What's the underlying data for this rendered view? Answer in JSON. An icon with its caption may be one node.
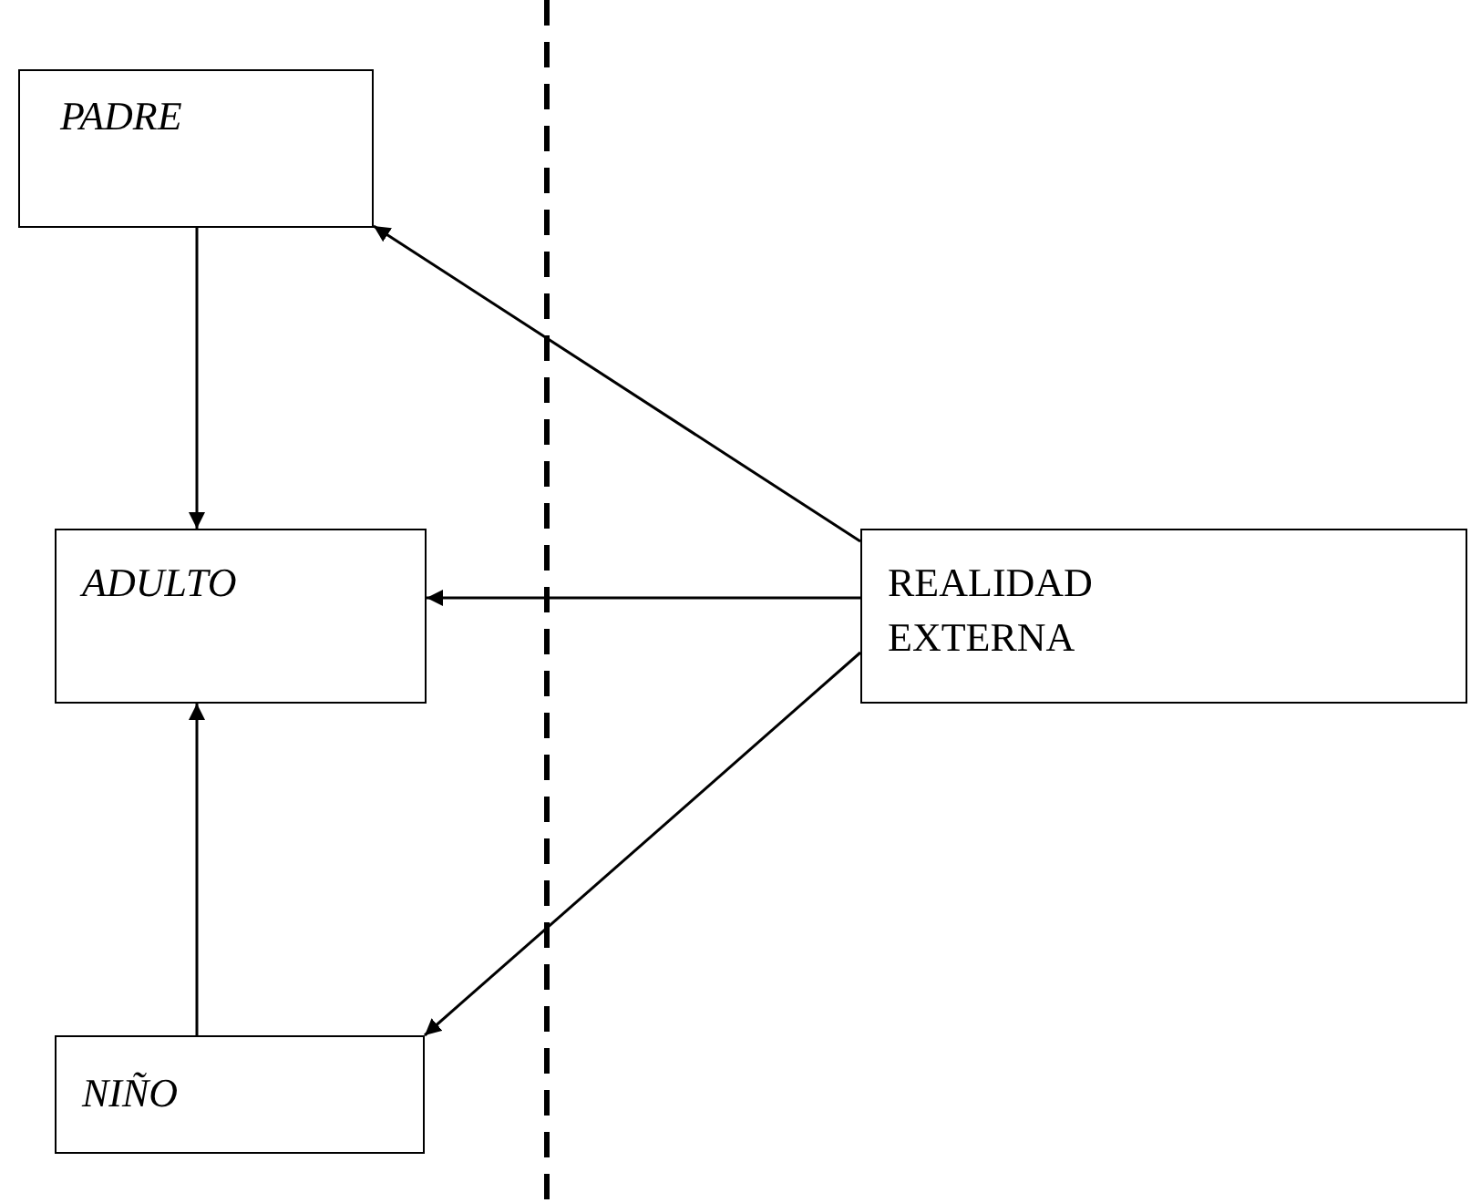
{
  "diagram": {
    "nodes": [
      {
        "text": [
          "PADRE"
        ]
      },
      {
        "text": [
          "ADULTO"
        ]
      },
      {
        "text": [
          "NIÑO"
        ]
      },
      {
        "text": [
          "REALIDAD EXTERNA"
        ]
      }
    ],
    "edges": [
      {
        "from": 0,
        "to": 1,
        "arrow": "to"
      },
      {
        "from": 2,
        "to": 1,
        "arrow": "to"
      },
      {
        "from": 3,
        "to": 0,
        "arrow": "to"
      },
      {
        "from": 3,
        "to": 1,
        "arrow": "to"
      },
      {
        "from": 3,
        "to": 2,
        "arrow": "to"
      }
    ]
  }
}
